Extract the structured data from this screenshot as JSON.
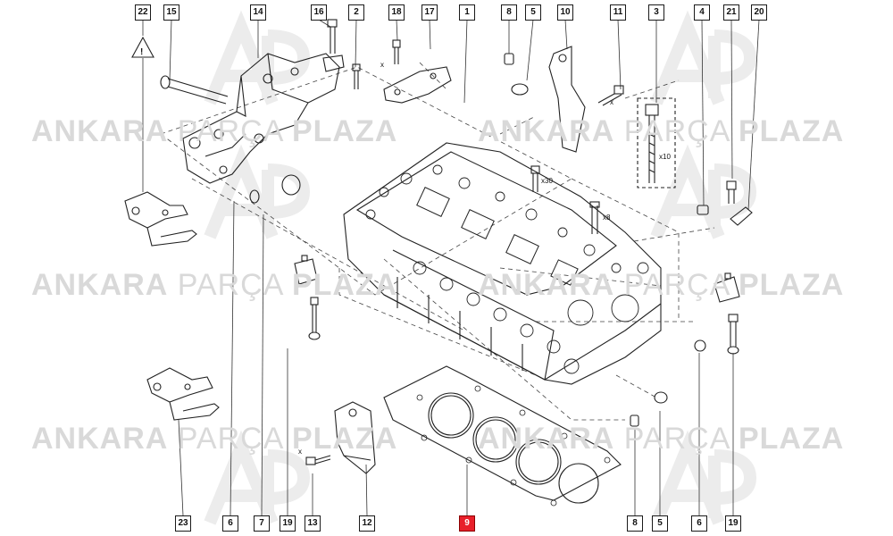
{
  "watermark": {
    "word1": "ANKARA",
    "word2": "PARÇA",
    "word3": "PLAZA"
  },
  "quantities": {
    "x10": "x10",
    "x30": "x30",
    "x8": "x8",
    "x": "x"
  },
  "warning_symbol": "!",
  "highlight_color": "#e8202a",
  "callouts_top": [
    "22",
    "15",
    "14",
    "16",
    "2",
    "18",
    "17",
    "1",
    "8",
    "5",
    "10",
    "11",
    "3",
    "4",
    "21",
    "20"
  ],
  "callouts_bottom": [
    "23",
    "6",
    "7",
    "19",
    "13",
    "12",
    "9",
    "8",
    "5",
    "6",
    "19"
  ],
  "highlighted_part": "9"
}
